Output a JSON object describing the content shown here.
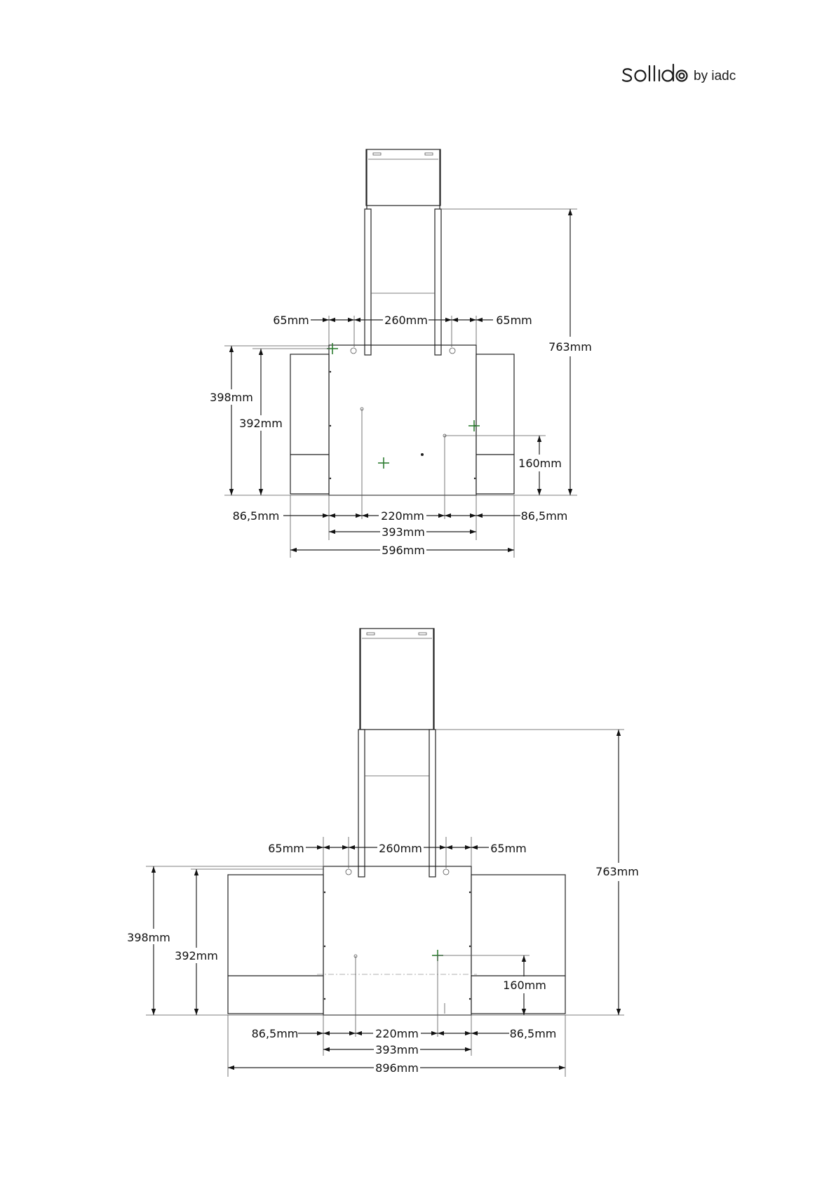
{
  "logo": {
    "brand_icon": "solido-wordmark",
    "by_text": "by iadc"
  },
  "drawing_top": {
    "dim_left_65": "65mm",
    "dim_260": "260mm",
    "dim_right_65": "65mm",
    "dim_763": "763mm",
    "dim_398": "398mm",
    "dim_392": "392mm",
    "dim_160": "160mm",
    "dim_left_86": "86,5mm",
    "dim_220": "220mm",
    "dim_right_86": "86,5mm",
    "dim_393": "393mm",
    "dim_total": "596mm"
  },
  "drawing_bottom": {
    "dim_left_65": "65mm",
    "dim_260": "260mm",
    "dim_right_65": "65mm",
    "dim_763": "763mm",
    "dim_398": "398mm",
    "dim_392": "392mm",
    "dim_160": "160mm",
    "dim_left_86": "86,5mm",
    "dim_220": "220mm",
    "dim_right_86": "86,5mm",
    "dim_393": "393mm",
    "dim_total": "896mm"
  }
}
